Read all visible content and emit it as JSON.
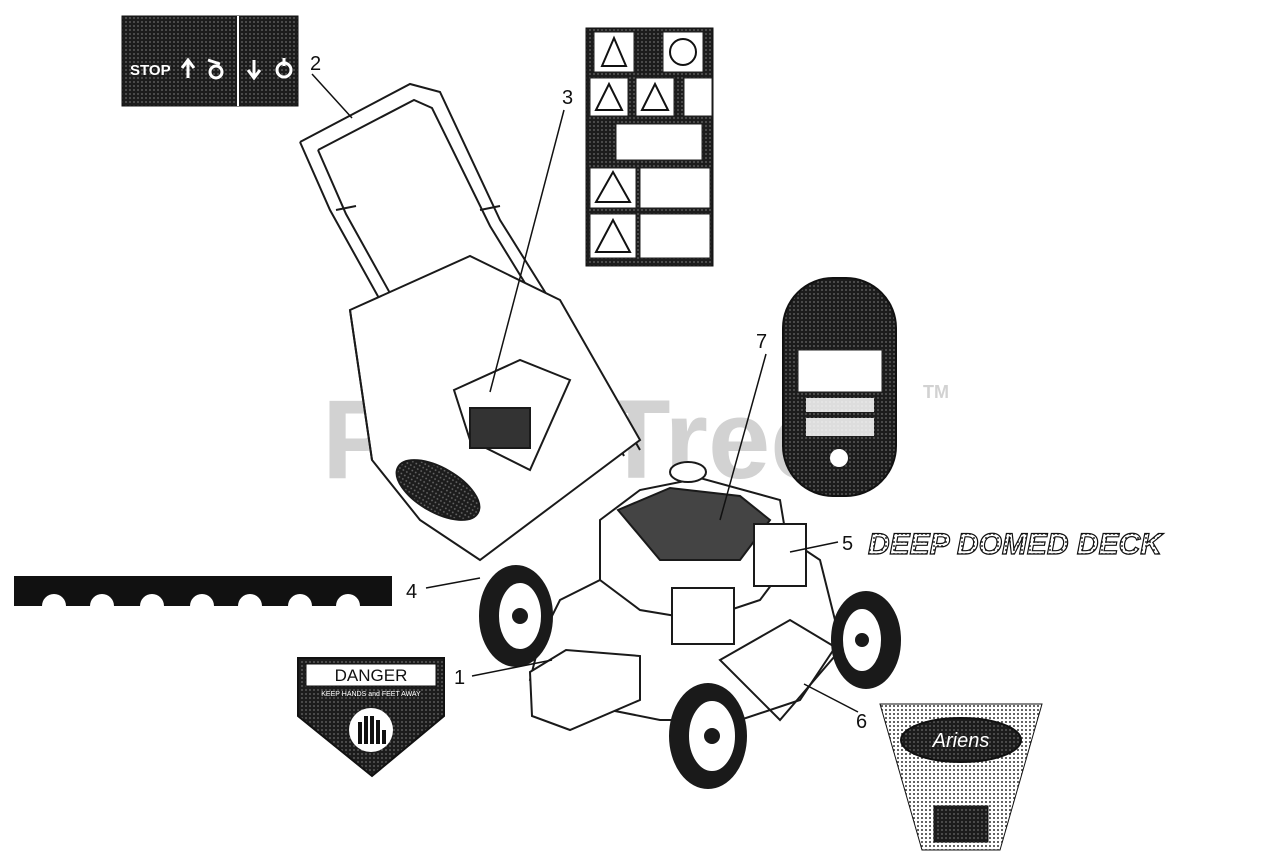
{
  "watermark": {
    "text": "PartsTree",
    "tm": "TM"
  },
  "callouts": [
    "1",
    "2",
    "3",
    "4",
    "5",
    "6",
    "7"
  ],
  "decals": {
    "control": {
      "stop_label": "STOP"
    },
    "danger": {
      "heading": "DANGER",
      "subtext": "KEEP HANDS and FEET AWAY"
    },
    "deck_label": {
      "text": "DEEP DOMED DECK"
    },
    "brand": {
      "logo": "Ariens"
    }
  },
  "colors": {
    "decal_dark": "#1c1c1c",
    "line": "#1a1a1a",
    "watermark": "#d2d2d2"
  },
  "icons": [
    "stop-arrow-up-icon",
    "ignition-icon",
    "arrow-down-icon",
    "choke-icon",
    "warning-triangle-icon",
    "hand-hazard-icon"
  ]
}
